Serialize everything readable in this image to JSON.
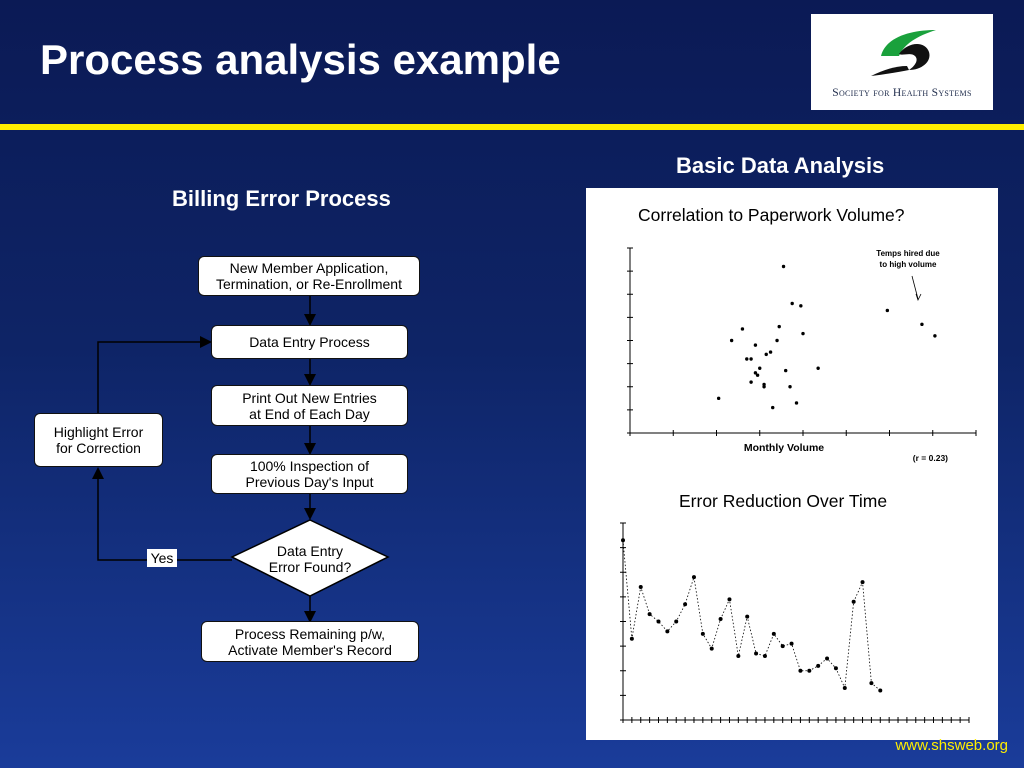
{
  "slide": {
    "title": "Process analysis example",
    "footer_url": "www.shsweb.org"
  },
  "logo": {
    "text": "Society for Health Systems"
  },
  "flowchart": {
    "heading": "Billing Error Process",
    "steps": [
      "New Member Application,\nTermination, or Re-Enrollment",
      "Data Entry Process",
      "Print Out New Entries\nat End of Each Day",
      "100% Inspection of\nPrevious Day's Input",
      "Data Entry\nError Found?",
      "Process Remaining p/w,\nActivate Member's Record"
    ],
    "feedback_box": "Highlight Error\nfor Correction",
    "yes_label": "Yes"
  },
  "analysis": {
    "heading": "Basic Data Analysis"
  },
  "chart_data": [
    {
      "type": "scatter",
      "title": "Correlation to Paperwork Volume?",
      "xlabel": "Monthly Volume",
      "ylabel": "",
      "correlation_label": "(r = 0.23)",
      "annotation": "Temps hired due\nto high volume",
      "xlim": [
        0,
        16
      ],
      "ylim": [
        0,
        8
      ],
      "x_ticks": 8,
      "y_ticks": 8,
      "points": [
        [
          4.1,
          1.5
        ],
        [
          4.7,
          4.0
        ],
        [
          5.6,
          3.2
        ],
        [
          5.2,
          4.5
        ],
        [
          5.4,
          3.2
        ],
        [
          5.8,
          3.8
        ],
        [
          5.6,
          2.2
        ],
        [
          5.8,
          2.6
        ],
        [
          5.9,
          2.5
        ],
        [
          6.0,
          2.8
        ],
        [
          6.2,
          2.0
        ],
        [
          6.2,
          2.1
        ],
        [
          6.3,
          3.4
        ],
        [
          6.5,
          3.5
        ],
        [
          6.6,
          1.1
        ],
        [
          6.8,
          4.0
        ],
        [
          6.9,
          4.6
        ],
        [
          7.1,
          7.2
        ],
        [
          7.2,
          2.7
        ],
        [
          7.4,
          2.0
        ],
        [
          7.5,
          5.6
        ],
        [
          7.7,
          1.3
        ],
        [
          7.9,
          5.5
        ],
        [
          8.0,
          4.3
        ],
        [
          8.7,
          2.8
        ],
        [
          11.9,
          5.3
        ],
        [
          13.5,
          4.7
        ],
        [
          14.1,
          4.2
        ]
      ]
    },
    {
      "type": "line",
      "title": "Error Reduction Over Time",
      "xlabel": "",
      "ylabel": "",
      "xlim": [
        0,
        39
      ],
      "ylim": [
        0,
        8
      ],
      "y_ticks": 8,
      "x_ticks": 39,
      "values": [
        7.3,
        3.3,
        5.4,
        4.3,
        4.0,
        3.6,
        4.0,
        4.7,
        5.8,
        3.5,
        2.9,
        4.1,
        4.9,
        2.6,
        4.2,
        2.7,
        2.6,
        3.5,
        3.0,
        3.1,
        2.0,
        2.0,
        2.2,
        2.5,
        2.1,
        1.3,
        4.8,
        5.6,
        1.5,
        1.2
      ]
    }
  ]
}
